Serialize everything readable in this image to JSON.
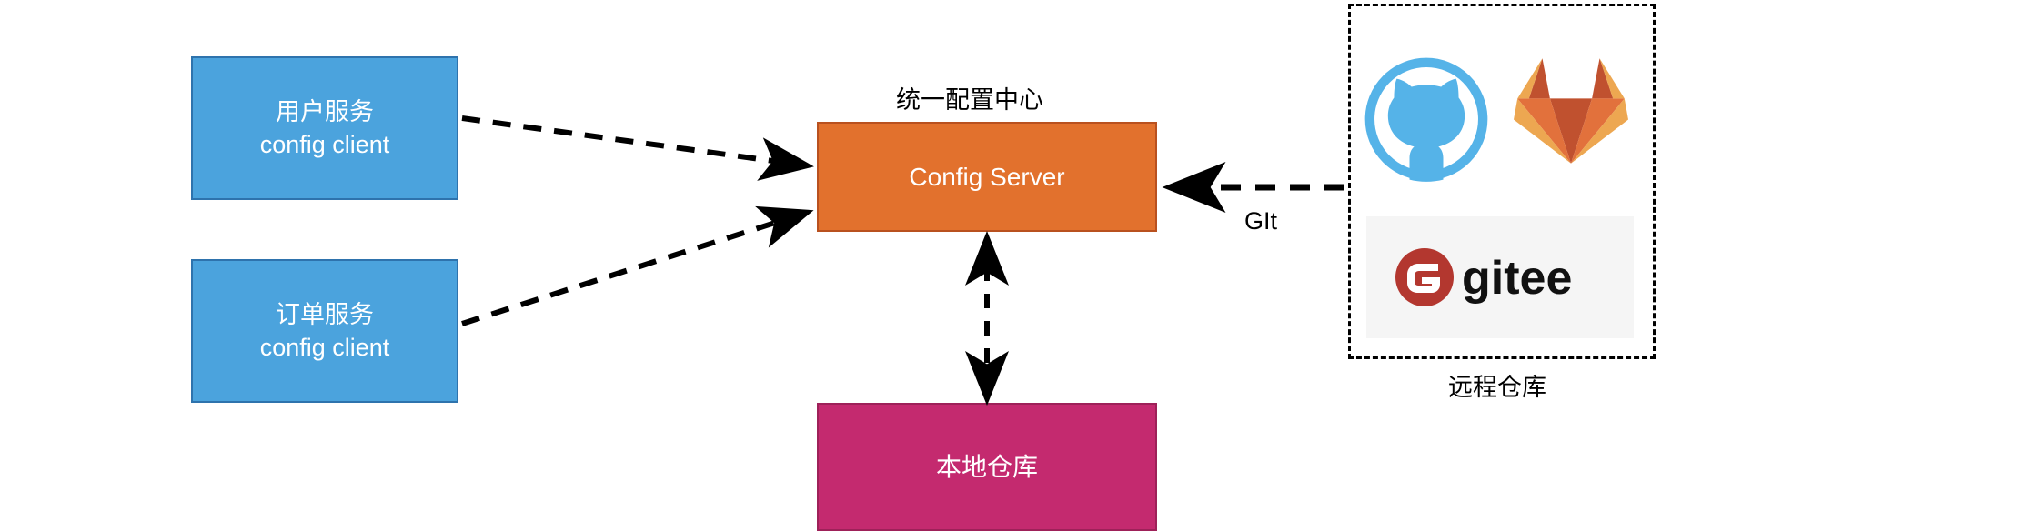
{
  "diagram": {
    "title_label": "统一配置中心",
    "background": "#ffffff",
    "nodes": {
      "client_user": {
        "line1": "用户服务",
        "line2": "config client",
        "fill": "#4ba3dd",
        "stroke": "#2e73ad",
        "text_color": "#ffffff"
      },
      "client_order": {
        "line1": "订单服务",
        "line2": "config client",
        "fill": "#4ba3dd",
        "stroke": "#2e73ad",
        "text_color": "#ffffff"
      },
      "config_server": {
        "label": "Config Server",
        "fill": "#e2712d",
        "stroke": "#b9511f",
        "text_color": "#ffffff"
      },
      "local_repo": {
        "label": "本地仓库",
        "fill": "#c42a6f",
        "stroke": "#9e2159",
        "text_color": "#ffffff"
      }
    },
    "remote_group": {
      "caption": "远程仓库",
      "border_style": "dashed",
      "border_color": "#000000",
      "logos": [
        {
          "name": "github-logo",
          "color": "#55b3e8"
        },
        {
          "name": "gitlab-logo",
          "colors": [
            "#c0512f",
            "#e2713c",
            "#eda751"
          ]
        },
        {
          "name": "gitee-logo",
          "text": "gitee",
          "mark_color": "#b3372f",
          "text_color": "#111111",
          "panel_color": "#f5f5f5"
        }
      ]
    },
    "edges": [
      {
        "name": "user-to-config",
        "label": "",
        "style": "dashed",
        "direction": "forward"
      },
      {
        "name": "order-to-config",
        "label": "",
        "style": "dashed",
        "direction": "forward"
      },
      {
        "name": "remote-to-config",
        "label": "GIt",
        "style": "dashed",
        "direction": "forward"
      },
      {
        "name": "config-to-local",
        "label": "",
        "style": "dashed",
        "direction": "both"
      }
    ],
    "edge_color": "#000000"
  }
}
